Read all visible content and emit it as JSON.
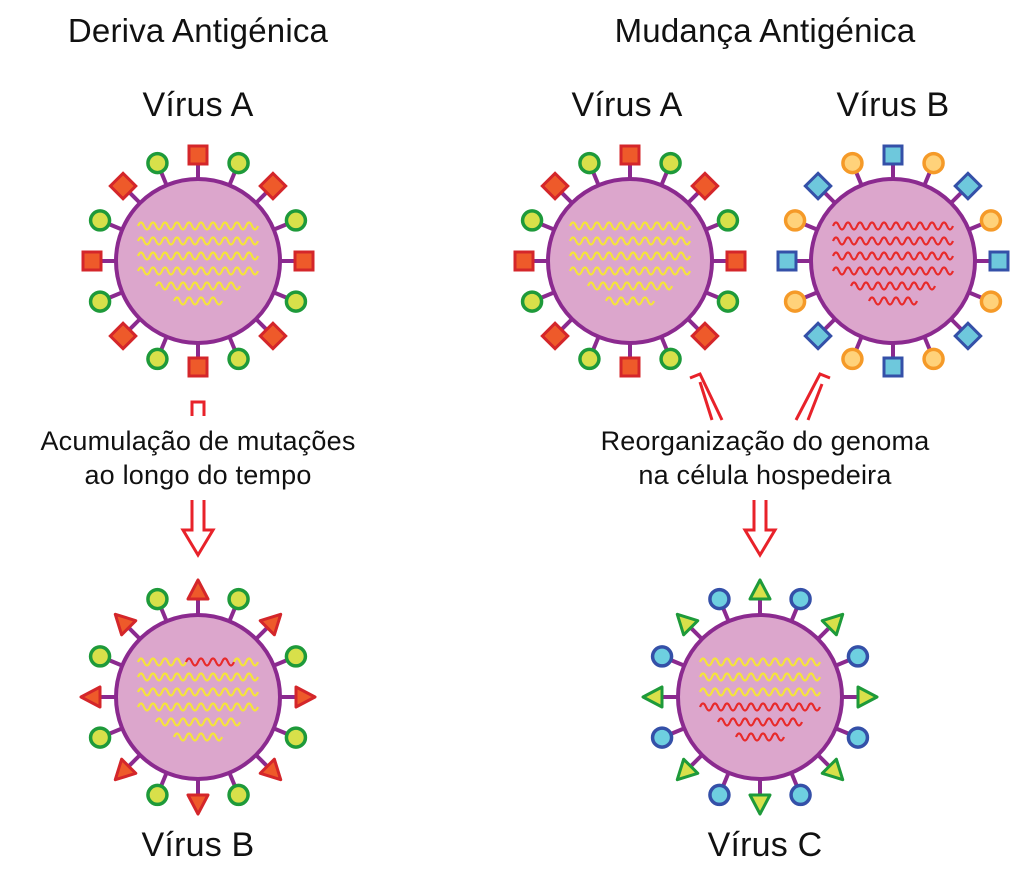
{
  "drift": {
    "title": "Deriva Antigénica",
    "caption_line1": "Acumulação de mutações",
    "caption_line2": "ao longo do tempo",
    "virus_top_label": "Vírus A",
    "virus_bottom_label": "Vírus B"
  },
  "shift": {
    "title": "Mudança Antigénica",
    "caption_line1": "Reorganização do genoma",
    "caption_line2": "na célula hospedeira",
    "virus_a_label": "Vírus A",
    "virus_b_label": "Vírus B",
    "virus_c_label": "Vírus C"
  },
  "colors": {
    "capsid": "#dca6cc",
    "membrane": "#8b2a8f",
    "arrow": "#e8222a",
    "yellow_rna": "#f5e43a",
    "red_rna": "#e82a2a"
  },
  "viruses": [
    {
      "id": "drift-virus-a",
      "major": "square-red",
      "minor": "circle-green",
      "genome": [
        [
          [
            "y",
            10
          ]
        ],
        [
          [
            "y",
            10
          ]
        ],
        [
          [
            "y",
            10
          ]
        ],
        [
          [
            "y",
            10
          ]
        ],
        [
          [
            "y",
            7
          ]
        ],
        [
          [
            "y",
            4
          ]
        ]
      ]
    },
    {
      "id": "drift-virus-b",
      "major": "triangle-red",
      "minor": "circle-green",
      "genome": [
        [
          [
            "y",
            4
          ],
          [
            "r",
            4
          ],
          [
            "y",
            2
          ]
        ],
        [
          [
            "y",
            10
          ]
        ],
        [
          [
            "y",
            10
          ]
        ],
        [
          [
            "y",
            10
          ]
        ],
        [
          [
            "y",
            7
          ]
        ],
        [
          [
            "y",
            4
          ]
        ]
      ]
    },
    {
      "id": "shift-virus-a",
      "major": "square-red",
      "minor": "circle-green",
      "genome": [
        [
          [
            "y",
            10
          ]
        ],
        [
          [
            "y",
            10
          ]
        ],
        [
          [
            "y",
            10
          ]
        ],
        [
          [
            "y",
            10
          ]
        ],
        [
          [
            "y",
            7
          ]
        ],
        [
          [
            "y",
            4
          ]
        ]
      ]
    },
    {
      "id": "shift-virus-b",
      "major": "square-blue",
      "minor": "circle-orange",
      "genome": [
        [
          [
            "r",
            10
          ]
        ],
        [
          [
            "r",
            10
          ]
        ],
        [
          [
            "r",
            10
          ]
        ],
        [
          [
            "r",
            10
          ]
        ],
        [
          [
            "r",
            7
          ]
        ],
        [
          [
            "r",
            4
          ]
        ]
      ]
    },
    {
      "id": "shift-virus-c",
      "major": "triangle-green",
      "minor": "circle-blue",
      "genome": [
        [
          [
            "y",
            10
          ]
        ],
        [
          [
            "y",
            10
          ]
        ],
        [
          [
            "y",
            10
          ]
        ],
        [
          [
            "r",
            10
          ]
        ],
        [
          [
            "r",
            7
          ]
        ],
        [
          [
            "r",
            4
          ]
        ]
      ]
    }
  ]
}
